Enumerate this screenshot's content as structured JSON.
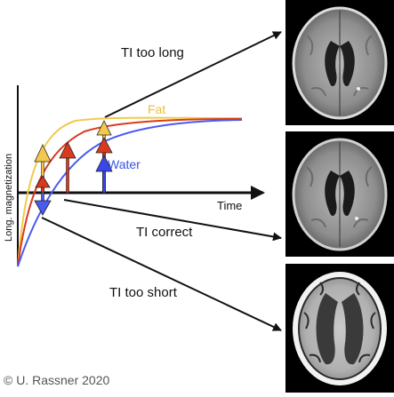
{
  "labels": {
    "ti_too_long": "TI too long",
    "ti_correct": "TI correct",
    "ti_too_short": "TI too short",
    "fat": "Fat",
    "water": "Water",
    "time_axis": "Time",
    "y_axis": "Long. magnetization",
    "copyright": "© U. Rassner 2020"
  },
  "colors": {
    "fat": "#f2c94c",
    "fat_label": "#e8c23a",
    "intermediate": "#d93a1f",
    "water": "#4a5bf0",
    "water_label": "#3a55e6",
    "axis": "#111111",
    "mri_background": "#000000"
  },
  "icons": {
    "mri_images": [
      "brain-mri-too-long-icon",
      "brain-mri-correct-icon",
      "brain-mri-too-short-icon"
    ]
  }
}
